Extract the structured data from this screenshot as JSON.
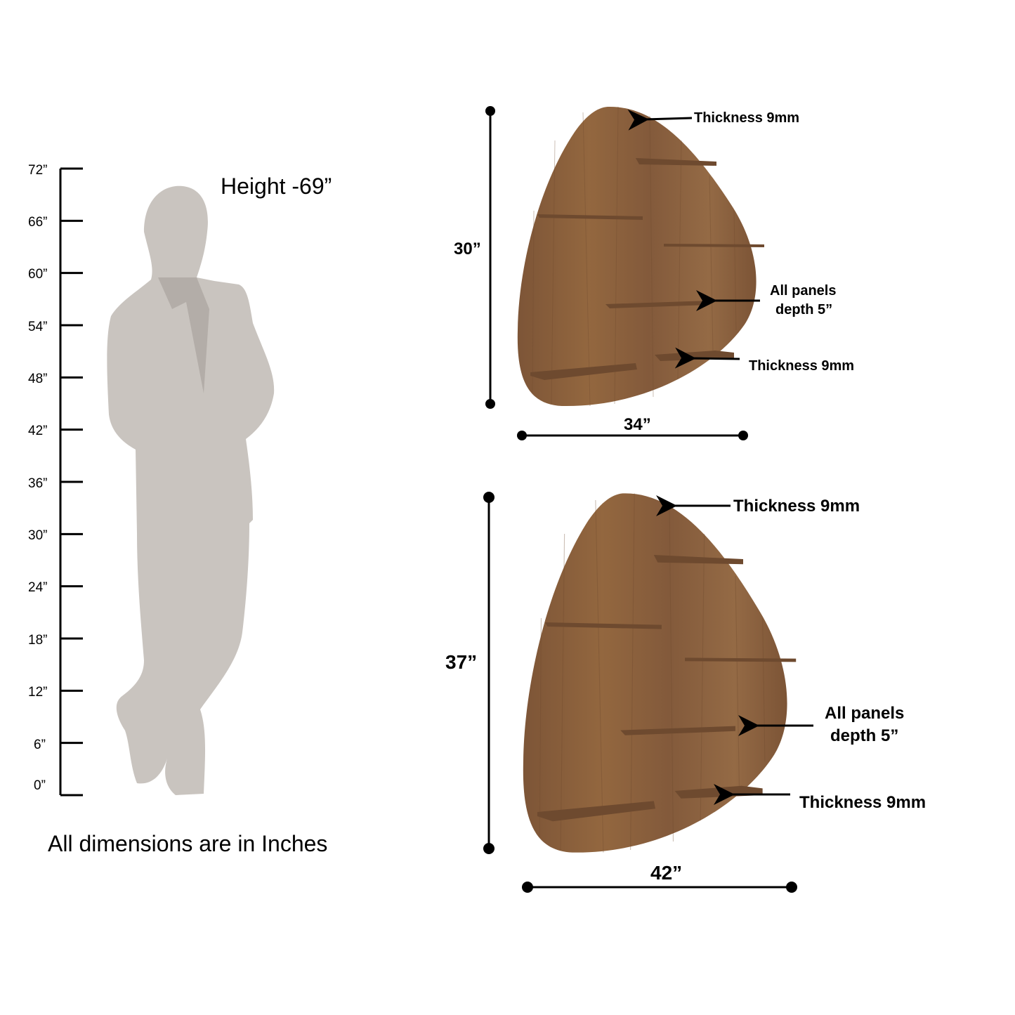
{
  "ruler": {
    "ticks": [
      "72”",
      "66”",
      "60”",
      "54”",
      "48”",
      "42”",
      "36”",
      "30”",
      "24”",
      "18”",
      "12”",
      "6”",
      "0”"
    ]
  },
  "person": {
    "height_label": "Height -69”"
  },
  "footer_note": "All dimensions are in Inches",
  "small_shelf": {
    "height": "30”",
    "width": "34”",
    "thickness_top": "Thickness 9mm",
    "depth_line1": "All panels",
    "depth_line2": "depth 5”",
    "thickness_bottom": "Thickness 9mm"
  },
  "large_shelf": {
    "height": "37”",
    "width": "42”",
    "thickness_top": "Thickness 9mm",
    "depth_line1": "All panels",
    "depth_line2": "depth 5”",
    "thickness_bottom": "Thickness 9mm"
  },
  "colors": {
    "wood": "#8a603f",
    "wood_dark": "#6e4a2f",
    "silhouette": "#c9c4bf",
    "ink": "#000000"
  }
}
